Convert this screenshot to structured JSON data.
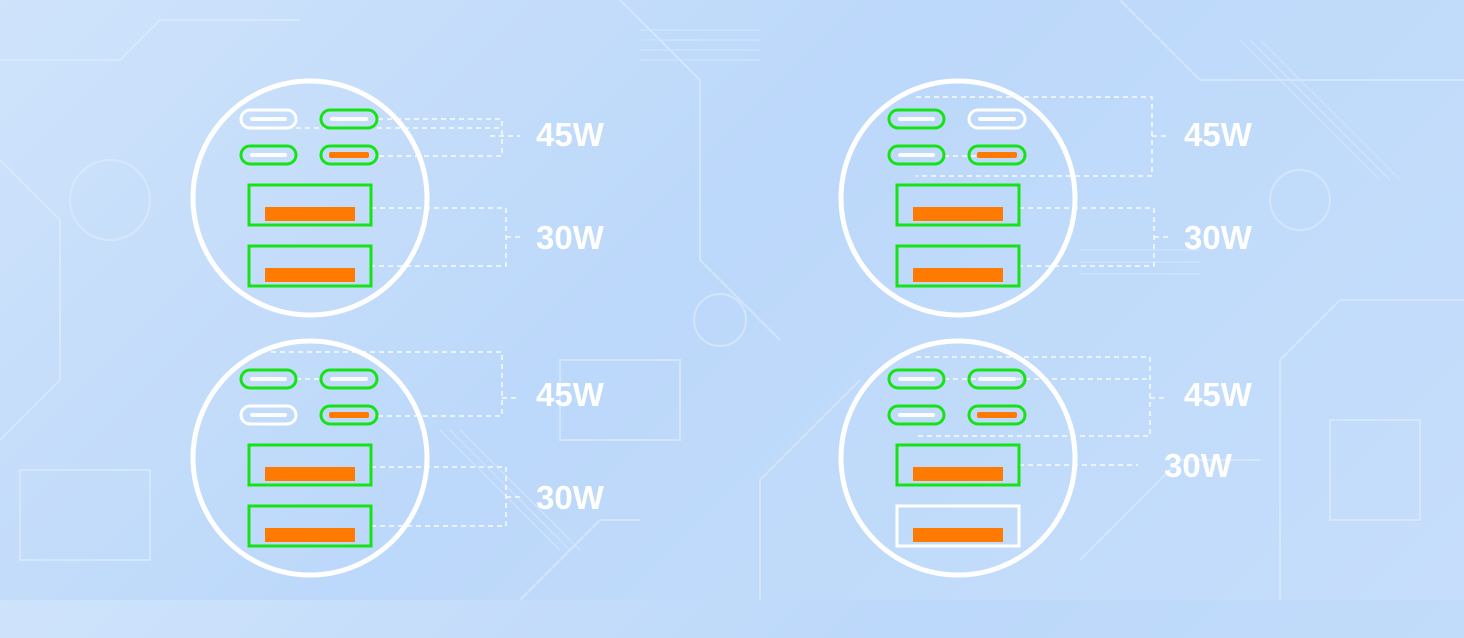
{
  "colors": {
    "background": "#c3dbfa",
    "circle": "#ffffff",
    "highlight_outline": "#16e316",
    "port_fill": "#ff7a00",
    "leader_line": "#ffffff"
  },
  "diagrams": [
    {
      "active_ports": [
        "usb-c-top-right",
        "usb-c-bottom-left",
        "usb-c-bottom-right",
        "usb-a-top",
        "usb-a-bottom"
      ],
      "labels": [
        "45W",
        "30W"
      ]
    },
    {
      "active_ports": [
        "usb-c-top-left",
        "usb-c-bottom-left",
        "usb-c-bottom-right",
        "usb-a-top",
        "usb-a-bottom"
      ],
      "labels": [
        "45W",
        "30W"
      ]
    },
    {
      "active_ports": [
        "usb-c-top-left",
        "usb-c-top-right",
        "usb-c-bottom-right",
        "usb-a-top",
        "usb-a-bottom"
      ],
      "labels": [
        "45W",
        "30W"
      ]
    },
    {
      "active_ports": [
        "usb-c-top-left",
        "usb-c-top-right",
        "usb-c-bottom-left",
        "usb-c-bottom-right",
        "usb-a-top"
      ],
      "labels": [
        "45W",
        "30W"
      ]
    }
  ]
}
